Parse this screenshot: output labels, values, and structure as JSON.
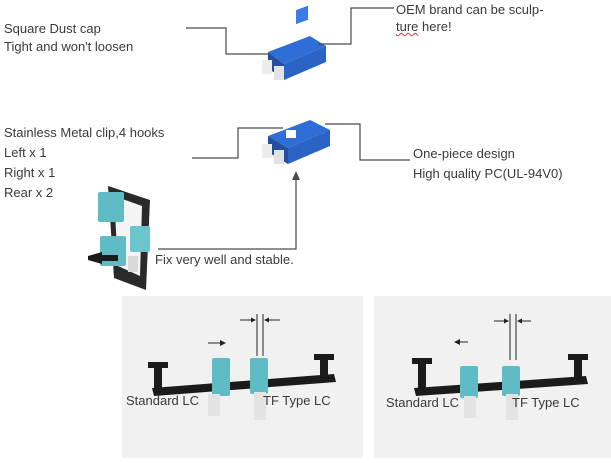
{
  "callouts": {
    "dust_cap": [
      "Square Dust cap",
      "Tight and won't loosen"
    ],
    "oem": {
      "line1": "OEM brand can be sculp-",
      "line2_prefix": "ture",
      "line2_suffix": " here!"
    },
    "metal_clip": [
      "Stainless Metal clip,4 hooks",
      "Left x 1",
      "Right x 1",
      "Rear x 2"
    ],
    "one_piece": [
      "One-piece design",
      "High quality PC(UL-94V0)"
    ],
    "fix": "Fix  very well and stable."
  },
  "bottom_photos": {
    "left": {
      "standard": "Standard LC",
      "tf": "TF Type LC"
    },
    "right": {
      "standard": "Standard LC",
      "tf": "TF Type LC"
    }
  },
  "colors": {
    "adapter_blue": "#2f6ed6",
    "adapter_aqua": "#5fbcc4",
    "rail_black": "#1b1b1b",
    "line_gray": "#4a4a4a"
  }
}
